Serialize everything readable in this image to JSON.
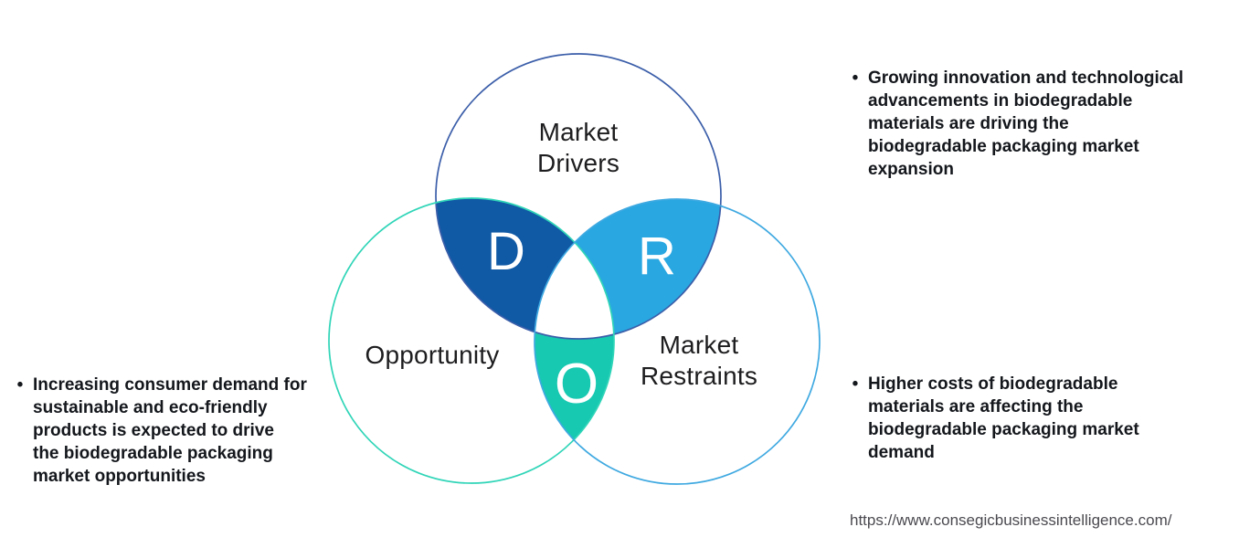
{
  "venn": {
    "circles": [
      {
        "id": "drivers",
        "label": "Market\nDrivers",
        "stroke_color": "#3b5ea9"
      },
      {
        "id": "opportunity",
        "label": "Opportunity",
        "stroke_color": "#30d5b8"
      },
      {
        "id": "restraints",
        "label": "Market\nRestraints",
        "stroke_color": "#3fa9e1"
      }
    ],
    "regions": {
      "d": {
        "letter": "D",
        "color": "#1059a5"
      },
      "r": {
        "letter": "R",
        "color": "#29a7e1"
      },
      "o": {
        "letter": "O",
        "color": "#17c9b1"
      },
      "center_color": "#ffffff"
    }
  },
  "bullets": {
    "left": {
      "marker": "•",
      "text": "Increasing consumer demand for\nsustainable and eco-friendly\nproducts is expected to drive\nthe biodegradable packaging\nmarket opportunities"
    },
    "right_top": {
      "marker": "•",
      "text": "Growing innovation and technological\nadvancements in biodegradable\nmaterials are driving the\nbiodegradable packaging market\nexpansion"
    },
    "right_bottom": {
      "marker": "•",
      "text": "Higher costs of biodegradable\nmaterials are affecting the\nbiodegradable packaging market\ndemand"
    }
  },
  "footer": {
    "url": "https://www.consegicbusinessintelligence.com/"
  }
}
